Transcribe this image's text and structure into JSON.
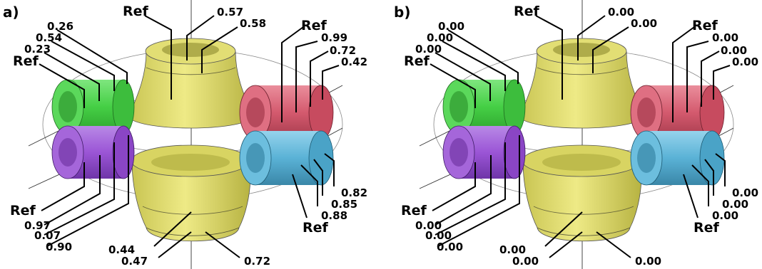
{
  "colors": {
    "yellow": "#e3df6e",
    "yellow_dark": "#b8b445",
    "green": "#4fd24f",
    "purple": "#9b55d6",
    "red": "#d45a6e",
    "blue": "#5ab2d6"
  },
  "panels": [
    {
      "label": "a)",
      "top": {
        "ref": "Ref",
        "v1": "0.57",
        "v2": "0.58"
      },
      "bottom": {
        "v1": "0.44",
        "v2": "0.47",
        "v3": "0.72"
      },
      "green": {
        "ref": "Ref",
        "v1": "0.23",
        "v2": "0.54",
        "v3": "0.26"
      },
      "purple": {
        "ref": "Ref",
        "v1": "0.97",
        "v2": "0.07",
        "v3": "0.90"
      },
      "red": {
        "ref": "Ref",
        "v1": "0.99",
        "v2": "0.72",
        "v3": "0.42"
      },
      "blue": {
        "ref": "Ref",
        "v1": "0.82",
        "v2": "0.85",
        "v3": "0.88"
      }
    },
    {
      "label": "b)",
      "top": {
        "ref": "Ref",
        "v1": "0.00",
        "v2": "0.00"
      },
      "bottom": {
        "v1": "0.00",
        "v2": "0.00",
        "v3": "0.00"
      },
      "green": {
        "ref": "Ref",
        "v1": "0.00",
        "v2": "0.00",
        "v3": "0.00"
      },
      "purple": {
        "ref": "Ref",
        "v1": "0.00",
        "v2": "0.00",
        "v3": "0.00"
      },
      "red": {
        "ref": "Ref",
        "v1": "0.00",
        "v2": "0.00",
        "v3": "0.00"
      },
      "blue": {
        "ref": "Ref",
        "v1": "0.00",
        "v2": "0.00",
        "v3": "0.00"
      }
    }
  ]
}
